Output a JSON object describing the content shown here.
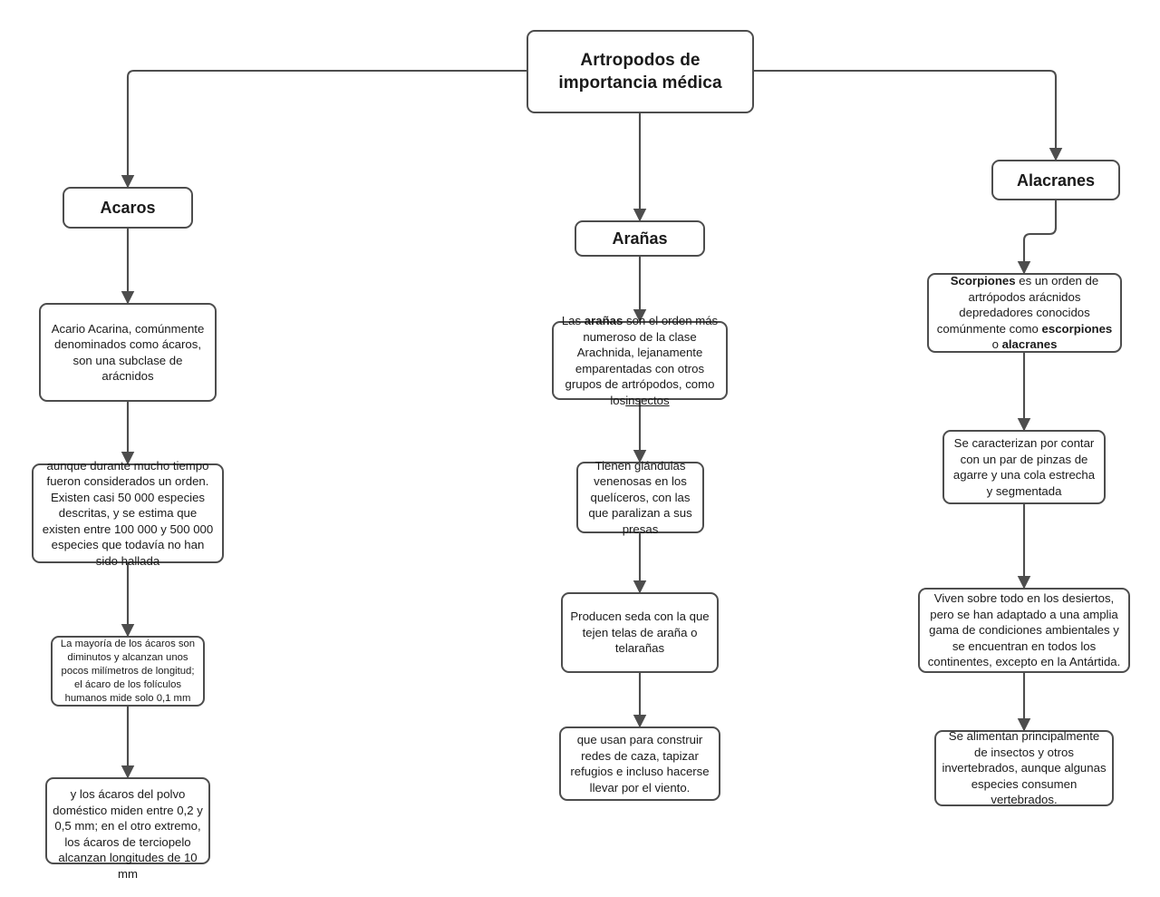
{
  "diagram": {
    "type": "flowchart",
    "title": "Artropodos de importancia médica",
    "style": {
      "border_color": "#4d4d4d",
      "text_color": "#1a1a1a",
      "background": "#ffffff",
      "connector_color": "#4d4d4d"
    },
    "root": {
      "id": "root",
      "label_line1": "Artropodos de",
      "label_line2": "importancia médica"
    },
    "branches": [
      {
        "id": "acaros",
        "heading": "Acaros",
        "nodes": [
          {
            "id": "acaros-1",
            "text": "Acario Acarina, comúnmente denominados como ácaros, son una subclase de arácnidos"
          },
          {
            "id": "acaros-2",
            "text": "aunque durante mucho tiempo fueron considerados un orden. Existen casi 50 000 especies descritas, y se estima que existen entre 100 000 y 500 000 especies que todavía no han sido hallada"
          },
          {
            "id": "acaros-3",
            "text": "La mayoría de los ácaros son diminutos y alcanzan unos pocos milímetros de longitud; el ácaro de los folículos humanos mide solo 0,1 mm"
          },
          {
            "id": "acaros-4",
            "text": "y los ácaros del polvo doméstico miden entre 0,2 y 0,5 mm; en el otro extremo, los ácaros de terciopelo alcanzan longitudes de 10 mm"
          }
        ]
      },
      {
        "id": "aranas",
        "heading": "Arañas",
        "nodes": [
          {
            "id": "aranas-1",
            "text_prefix": "Las ",
            "text_bold": "arañas",
            "text_middle": " son el orden más numeroso de la clase Arachnida, lejanamente emparentadas con otros grupos de artrópodos, como los",
            "text_link": "insectos"
          },
          {
            "id": "aranas-2",
            "text": "Tienen glándulas venenosas en los quelíceros, con las que paralizan a sus presas"
          },
          {
            "id": "aranas-3",
            "text": "Producen seda con la que tejen telas de araña o telarañas"
          },
          {
            "id": "aranas-4",
            "text": "que usan para construir redes de caza, tapizar refugios e incluso hacerse llevar por el viento."
          }
        ]
      },
      {
        "id": "alacranes",
        "heading": "Alacranes",
        "nodes": [
          {
            "id": "alacranes-1",
            "text_bold_1": "Scorpiones",
            "text_middle_1": " es un orden de artrópodos arácnidos depredadores conocidos comúnmente como ",
            "text_bold_2": "escorpiones",
            "text_middle_2": " o ",
            "text_bold_3": "alacranes"
          },
          {
            "id": "alacranes-2",
            "text": "Se caracterizan por contar con un par de pinzas de agarre y una cola estrecha y segmentada"
          },
          {
            "id": "alacranes-3",
            "text": "Viven sobre todo en los desiertos, pero se han adaptado a una amplia gama de condiciones ambientales y se encuentran en todos los continentes, excepto en la Antártida."
          },
          {
            "id": "alacranes-4",
            "text": "Se alimentan principalmente de insectos y otros invertebrados, aunque algunas especies consumen vertebrados."
          }
        ]
      }
    ]
  }
}
